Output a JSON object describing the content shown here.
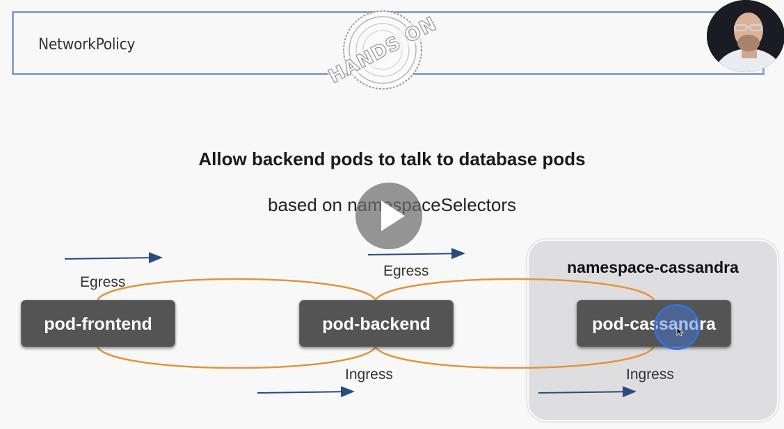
{
  "header": {
    "title": "NetworkPolicy",
    "seal_text": "HANDS ON"
  },
  "slide": {
    "heading": "Allow backend pods to talk to database pods",
    "subheading": "based on namespaceSelectors"
  },
  "namespace": {
    "title": "namespace-cassandra"
  },
  "pods": {
    "frontend": "pod-frontend",
    "backend": "pod-backend",
    "cassandra": "pod-cassandra"
  },
  "labels": {
    "egress_1": "Egress",
    "egress_2": "Egress",
    "ingress_1": "Ingress",
    "ingress_2": "Ingress"
  },
  "colors": {
    "header_border": "#8ba3cf",
    "arrow": "#2b4a7e",
    "flow_line": "#e0953d",
    "pod_fill": "#545454",
    "namespace_fill": "#dedee0",
    "click_ring": "#3570d8"
  }
}
